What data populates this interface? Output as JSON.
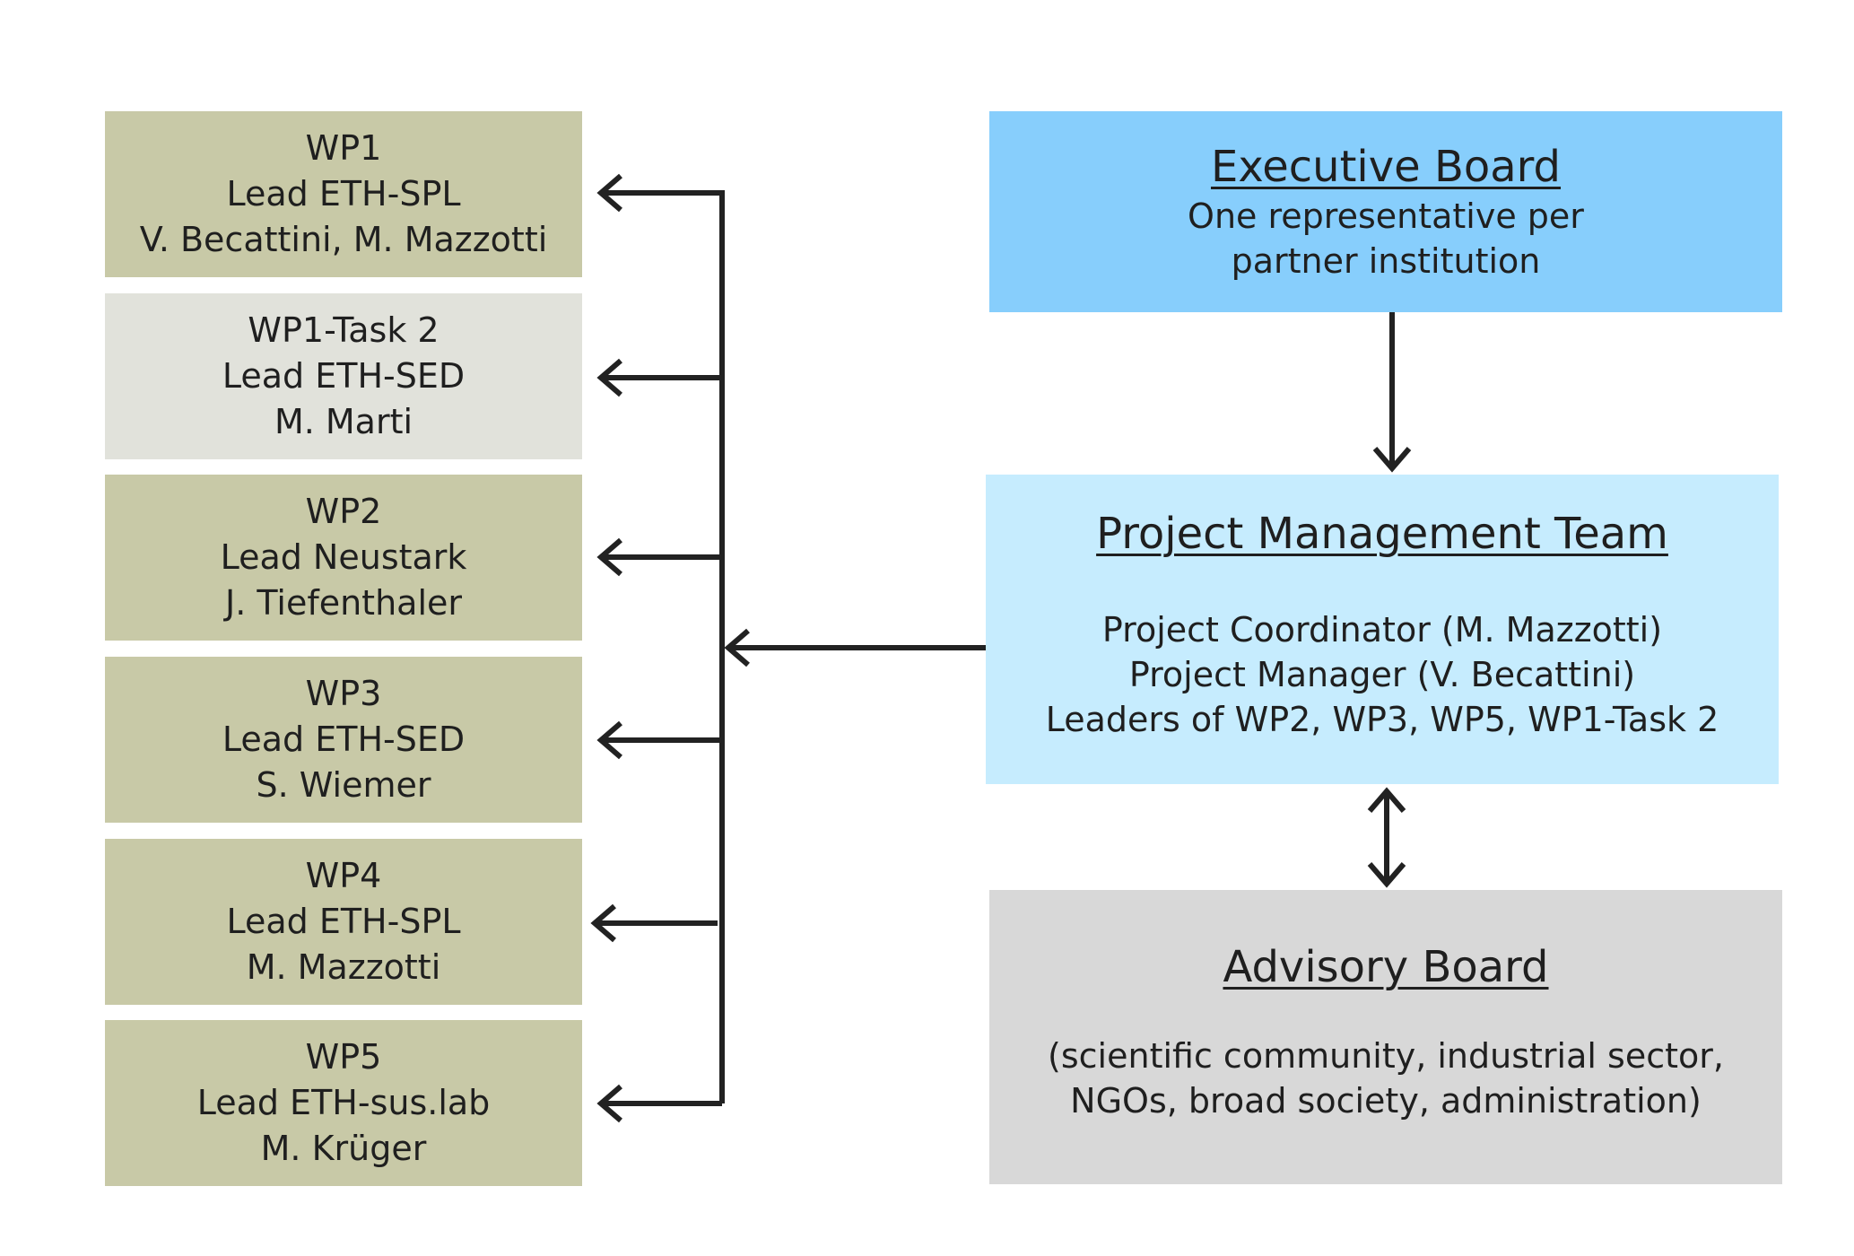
{
  "colors": {
    "wp_main": "#c8c9a7",
    "wp_task": "#e1e2db",
    "executive": "#87cefc",
    "pmt": "#c6ecfe",
    "advisory": "#d8d8d8",
    "connector": "#222222"
  },
  "work_packages": [
    {
      "lines": [
        "WP1",
        "Lead ETH-SPL",
        "V. Becattini, M. Mazzotti"
      ],
      "style": "main"
    },
    {
      "lines": [
        "WP1-Task 2",
        "Lead ETH-SED",
        "M. Marti"
      ],
      "style": "task"
    },
    {
      "lines": [
        "WP2",
        "Lead Neustark",
        "J. Tiefenthaler"
      ],
      "style": "main"
    },
    {
      "lines": [
        "WP3",
        "Lead ETH-SED",
        "S. Wiemer"
      ],
      "style": "main"
    },
    {
      "lines": [
        "WP4",
        "Lead ETH-SPL",
        "M. Mazzotti"
      ],
      "style": "main"
    },
    {
      "lines": [
        "WP5",
        "Lead ETH-sus.lab",
        "M. Krüger"
      ],
      "style": "main"
    }
  ],
  "executive_board": {
    "title": "Executive Board",
    "lines": [
      "One representative per",
      "partner institution"
    ]
  },
  "project_management_team": {
    "title": "Project Management Team",
    "lines": [
      "Project Coordinator (M. Mazzotti)",
      "Project Manager (V. Becattini)",
      "Leaders of WP2, WP3, WP5, WP1-Task 2"
    ]
  },
  "advisory_board": {
    "title": "Advisory Board",
    "lines": [
      "(scientific community, industrial sector,",
      "NGOs, broad society, administration)"
    ]
  }
}
